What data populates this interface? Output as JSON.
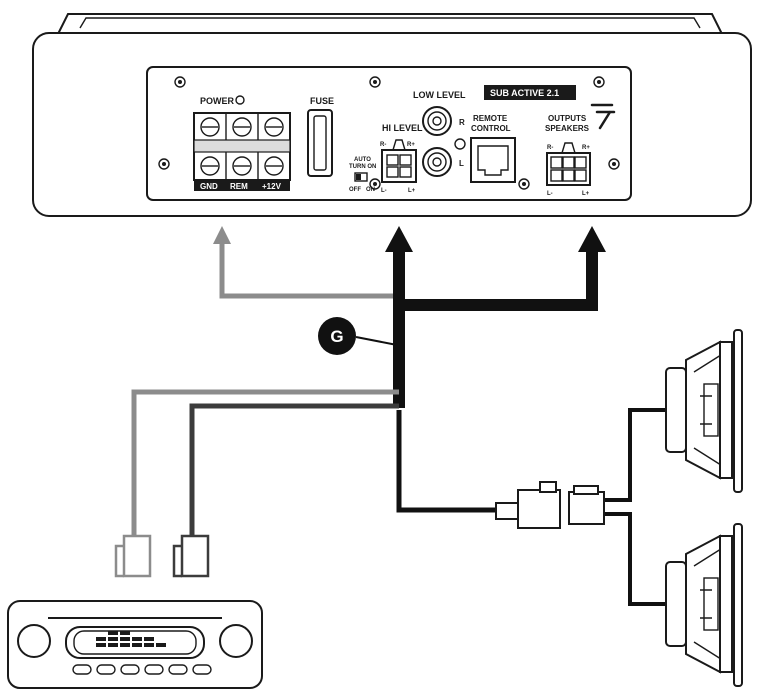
{
  "amplifier": {
    "model_label": "SUB ACTIVE 2.1",
    "power_label": "POWER",
    "fuse_label": "FUSE",
    "terminal_gnd": "GND",
    "terminal_rem": "REM",
    "terminal_12v": "+12V",
    "low_level_label": "LOW LEVEL",
    "rca_right": "R",
    "rca_left": "L",
    "hi_level_label": "HI LEVEL",
    "hi_pin_rminus": "R-",
    "hi_pin_rplus": "R+",
    "hi_pin_lminus": "L-",
    "hi_pin_lplus": "L+",
    "auto_turn_on_line1": "AUTO",
    "auto_turn_on_line2": "TURN ON",
    "switch_off": "OFF",
    "switch_on": "ON",
    "remote_line1": "REMOTE",
    "remote_line2": "CONTROL",
    "outputs_line1": "OUTPUTS",
    "outputs_line2": "SPEAKERS",
    "out_pin_rminus": "R-",
    "out_pin_rplus": "R+",
    "out_pin_lminus": "L-",
    "out_pin_lplus": "L+"
  },
  "callout": {
    "label": "G"
  },
  "colors": {
    "black_wire": "#111111",
    "gray_wire": "#8c8c8c",
    "dark_wire": "#3c3c3c",
    "outline": "#1a1a1a"
  }
}
